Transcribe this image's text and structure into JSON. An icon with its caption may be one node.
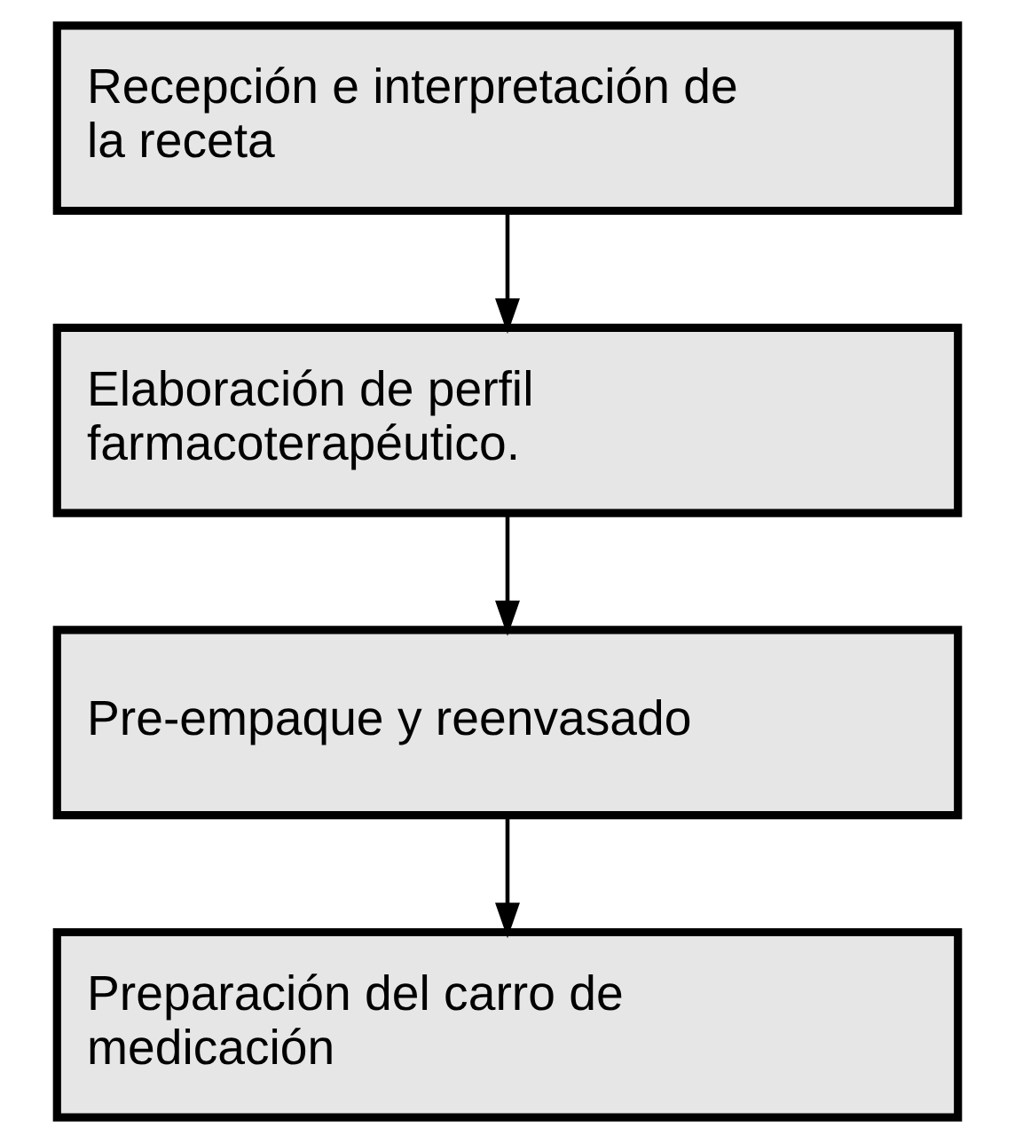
{
  "diagram": {
    "nodes": [
      {
        "text": [
          "Recepción e interpretación de la receta"
        ]
      },
      {
        "text": [
          "Elaboración de perfil farmacoterapéutico."
        ]
      },
      {
        "text": [
          "Pre-empaque y reenvasado"
        ]
      },
      {
        "text": [
          "Preparación del carro de medicación"
        ]
      }
    ],
    "edges": [
      {
        "from": 0,
        "to": 1,
        "arrow": "to"
      },
      {
        "from": 1,
        "to": 2,
        "arrow": "to"
      },
      {
        "from": 2,
        "to": 3,
        "arrow": "to"
      }
    ]
  }
}
